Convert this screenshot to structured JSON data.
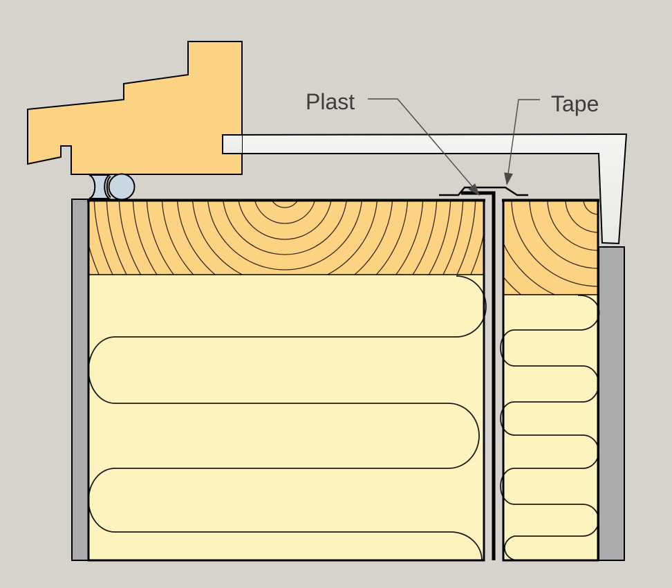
{
  "diagram": {
    "type": "construction-detail-section",
    "annotations": {
      "plast_label": "Plast",
      "tape_label": "Tape"
    },
    "parts": [
      "cladding-profile",
      "flashing-sheet",
      "compression-gasket",
      "timber-sill-left",
      "timber-stud-right",
      "insulation-batt-left",
      "insulation-batt-right",
      "vapour-barrier-plast",
      "sealing-tape",
      "sheathing-board-left",
      "sheathing-board-right"
    ],
    "colors": {
      "background": "#d6d3cc",
      "wood": "#fbd382",
      "insulation": "#fdf3bf",
      "gasket": "#c8d8e3",
      "flashing_light": "#f3f3f1",
      "flashing_dark": "#e8e8e5",
      "board": "#ababab",
      "outline": "#000000",
      "label_text": "#3d3d3d",
      "leader": "#4a4a4a"
    }
  }
}
